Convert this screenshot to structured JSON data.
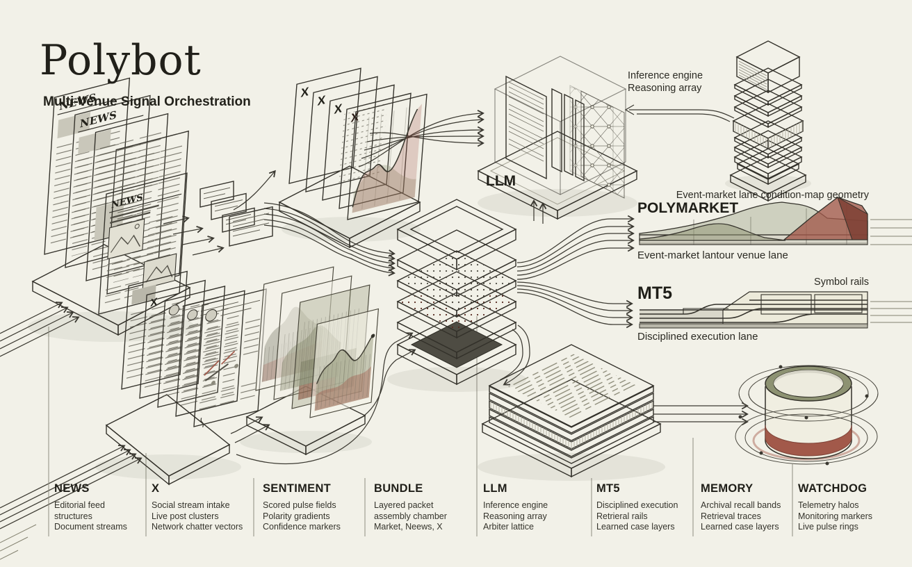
{
  "header": {
    "title": "Polybot",
    "subtitle": "Multi-Venue Signal Orchestration"
  },
  "diagram": {
    "news_masthead": "NEWS",
    "x_mark": "X",
    "llm": {
      "label": "LLM",
      "annotation_line1": "Inference engine",
      "annotation_line2": "Reasoning array"
    },
    "polymarket": {
      "label": "POLYMARKET",
      "annotation": "Event-market lane condition-map geometry",
      "caption": "Event-market lantour venue lane"
    },
    "mt5": {
      "label": "MT5",
      "annotation": "Symbol rails",
      "caption": "Disciplined execution lane"
    }
  },
  "legend": {
    "columns": [
      {
        "name": "NEWS",
        "lines": [
          "Editorial feed",
          "structures",
          "Document streams"
        ]
      },
      {
        "name": "X",
        "lines": [
          "Social stream intake",
          "Live post clusters",
          "Network chatter vectors"
        ]
      },
      {
        "name": "SENTIMENT",
        "lines": [
          "Scored pulse fields",
          "Polarity gradients",
          "Confidence markers"
        ]
      },
      {
        "name": "BUNDLE",
        "lines": [
          "Layered packet",
          "assembly chamber",
          "Market, Neews, X"
        ]
      },
      {
        "name": "LLM",
        "lines": [
          "Inference engine",
          "Reasoning array",
          "Arbiter lattice"
        ]
      },
      {
        "name": "MT5",
        "lines": [
          "Disciplined execution",
          "Retrieral rails",
          "Learned case layers"
        ]
      },
      {
        "name": "MEMORY",
        "lines": [
          "Archival recall bands",
          "Retrieval traces",
          "Learned case layers"
        ]
      },
      {
        "name": "WATCHDOG",
        "lines": [
          "Telemetry halos",
          "Monitoring markers",
          "Live pulse rings"
        ]
      }
    ]
  },
  "colors": {
    "background": "#f2f1e8",
    "ink": "#33312a",
    "olive": "#8d9272",
    "brick": "#a2594a",
    "slate": "#55534a"
  }
}
